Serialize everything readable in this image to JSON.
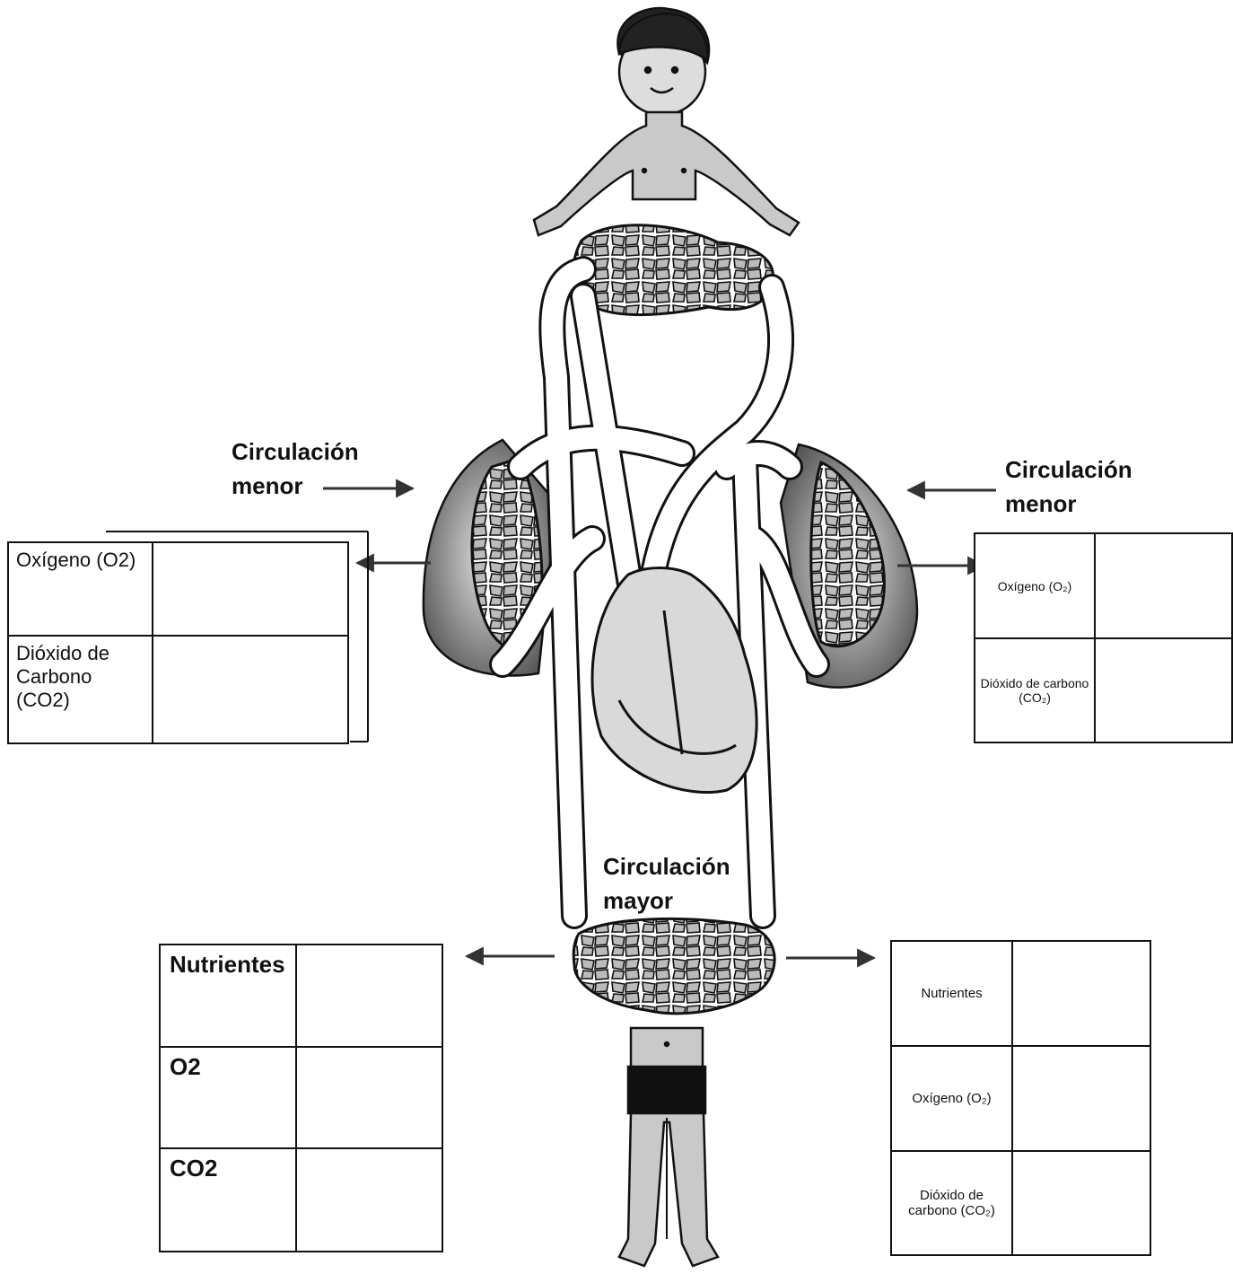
{
  "labels": {
    "menor_left": [
      "Circulación",
      "menor"
    ],
    "menor_right": [
      "Circulación",
      "menor"
    ],
    "mayor": [
      "Circulación",
      "mayor"
    ]
  },
  "table_top_left": {
    "rows": [
      "Oxígeno (O2)",
      "Dióxido de Carbono (CO2)"
    ]
  },
  "table_top_right": {
    "rows": [
      "Oxígeno (O₂)",
      "Dióxido de carbono (CO₂)"
    ]
  },
  "table_bottom_left": {
    "rows": [
      "Nutrientes",
      "O2",
      "CO2"
    ]
  },
  "table_bottom_right": {
    "rows": [
      "Nutrientes",
      "Oxígeno (O₂)",
      "Dióxido de carbono (CO₂)"
    ]
  },
  "icons": [
    "child-upper-body",
    "child-legs",
    "lungs",
    "heart",
    "capillary-network",
    "arrow"
  ]
}
